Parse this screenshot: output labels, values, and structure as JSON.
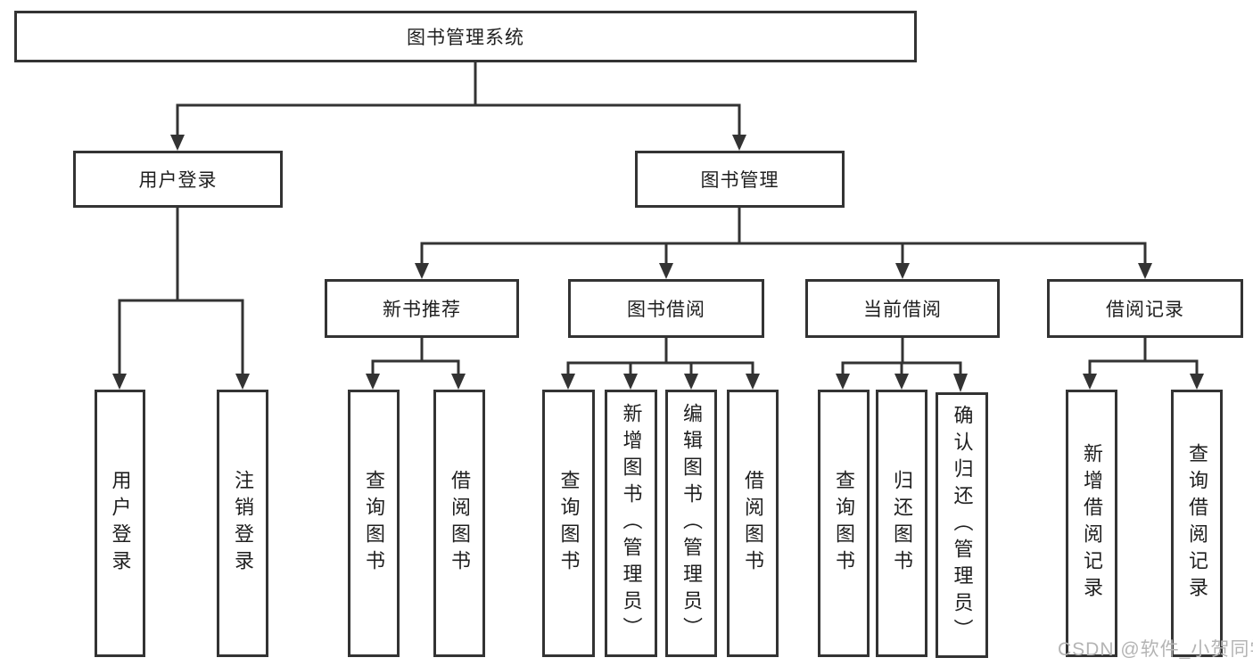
{
  "colors": {
    "line": "#333333",
    "box_border": "#333333",
    "text": "#1f1f1f",
    "background": "#ffffff",
    "watermark": "#b4b4b4"
  },
  "watermark": {
    "text": "CSDN @软件_小贺同学"
  },
  "tree": {
    "root": {
      "label": "图书管理系统"
    },
    "branches": [
      {
        "label": "用户登录",
        "children": [
          {
            "label": "用户登录"
          },
          {
            "label": "注销登录"
          }
        ]
      },
      {
        "label": "图书管理",
        "children": [
          {
            "label": "新书推荐",
            "children": [
              {
                "label": "查询图书"
              },
              {
                "label": "借阅图书"
              }
            ]
          },
          {
            "label": "图书借阅",
            "children": [
              {
                "label": "查询图书"
              },
              {
                "label": "新增图书（管理员）"
              },
              {
                "label": "编辑图书（管理员）"
              },
              {
                "label": "借阅图书"
              }
            ]
          },
          {
            "label": "当前借阅",
            "children": [
              {
                "label": "查询图书"
              },
              {
                "label": "归还图书"
              },
              {
                "label": "确认归还（管理员）"
              }
            ]
          },
          {
            "label": "借阅记录",
            "children": [
              {
                "label": "新增借阅记录"
              },
              {
                "label": "查询借阅记录"
              }
            ]
          }
        ]
      }
    ]
  }
}
